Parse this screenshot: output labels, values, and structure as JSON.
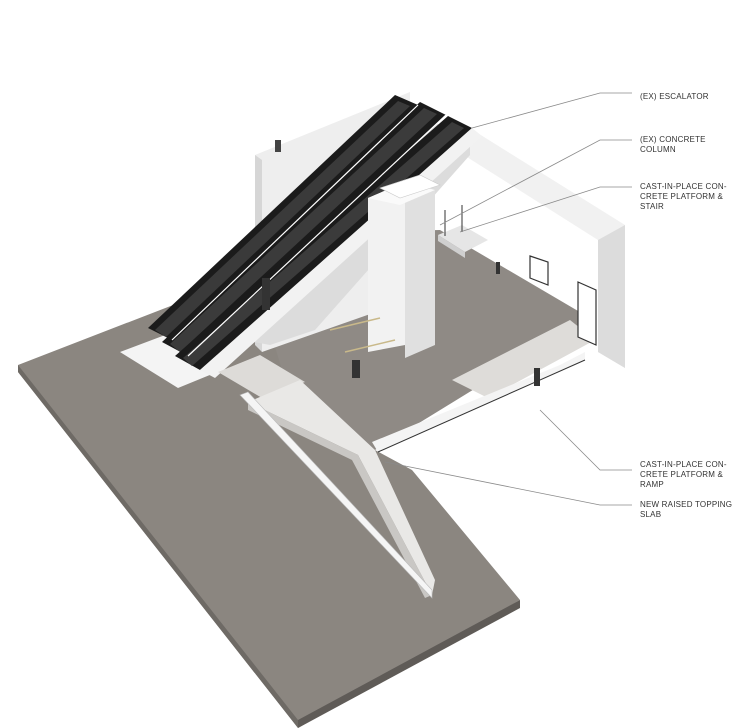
{
  "callouts": [
    {
      "id": "escalator",
      "lines": [
        "(EX) ESCALATOR"
      ]
    },
    {
      "id": "column",
      "lines": [
        "(EX) CONCRETE",
        "COLUMN"
      ]
    },
    {
      "id": "platform-stair",
      "lines": [
        "CAST-IN-PLACE CON-",
        "CRETE PLATFORM &",
        "STAIR"
      ]
    },
    {
      "id": "platform-ramp",
      "lines": [
        "CAST-IN-PLACE CON-",
        "CRETE PLATFORM &",
        "RAMP"
      ]
    },
    {
      "id": "topping-slab",
      "lines": [
        "NEW RAISED TOPPING",
        "SLAB"
      ]
    }
  ],
  "colors": {
    "floor": "#8b8680",
    "floor_dark": "#6e6a65",
    "wall": "#eeeeee",
    "wall_shade": "#d6d6d6",
    "escalator": "#1b1b1b",
    "leader": "#8a8a8a"
  }
}
